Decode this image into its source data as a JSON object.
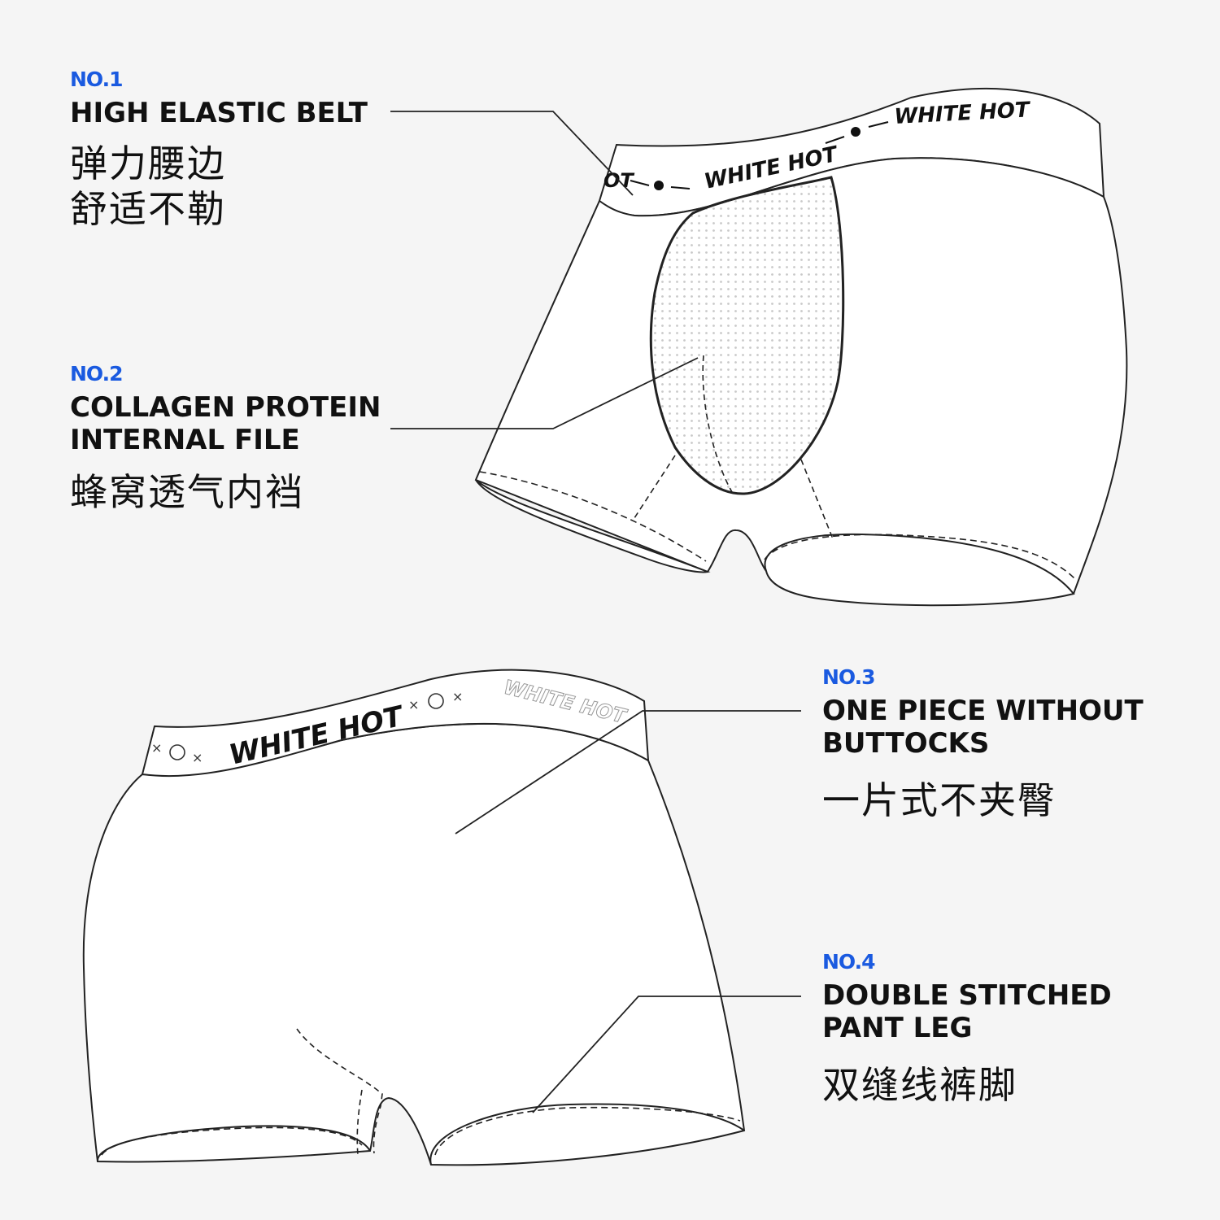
{
  "brand": {
    "band_text": "WHITE HOT",
    "band_text_fragment": "OT"
  },
  "colors": {
    "accent": "#1a5ae0",
    "line": "#222222",
    "background": "#f5f5f5"
  },
  "features": [
    {
      "number": "NO.1",
      "title": "HIGH ELASTIC BELT",
      "subtitle": "弹力腰边\n舒适不勒"
    },
    {
      "number": "NO.2",
      "title": "COLLAGEN PROTEIN\nINTERNAL FILE",
      "subtitle": "蜂窝透气内裆"
    },
    {
      "number": "NO.3",
      "title": "ONE PIECE WITHOUT\nBUTTOCKS",
      "subtitle": "一片式不夹臀"
    },
    {
      "number": "NO.4",
      "title": "DOUBLE STITCHED\nPANT LEG",
      "subtitle": "双缝线裤脚"
    }
  ]
}
